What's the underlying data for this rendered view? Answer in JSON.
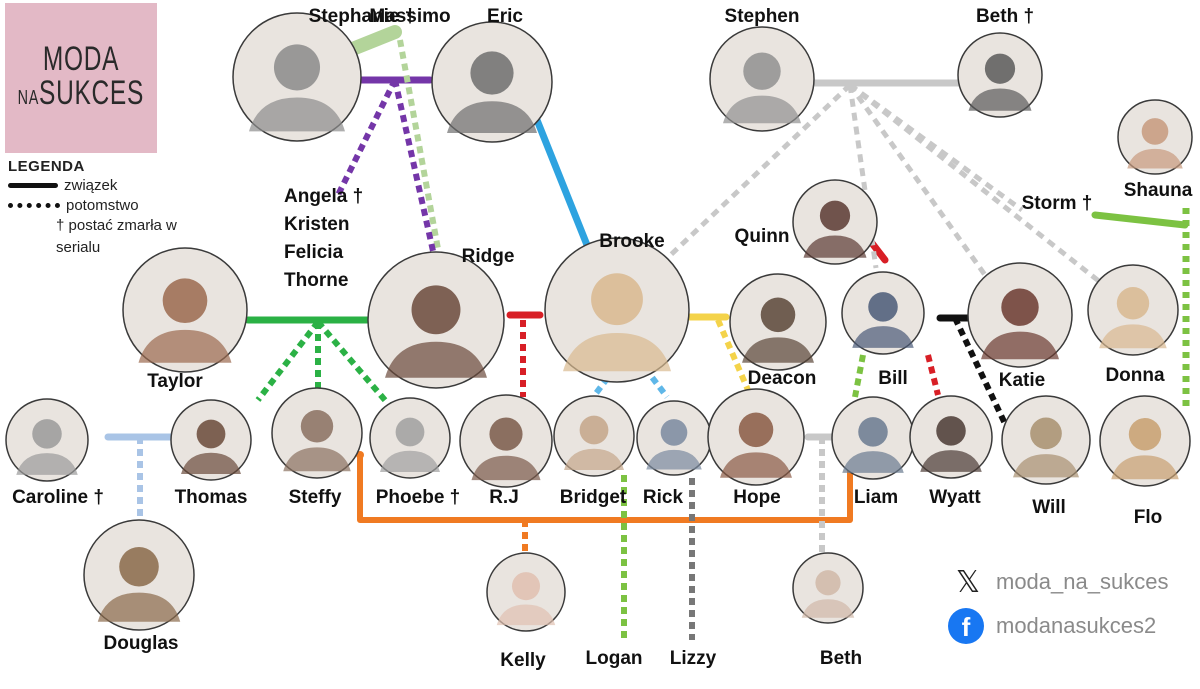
{
  "logo": {
    "line1": "MODA",
    "na": "NA",
    "line2": "SUKCES"
  },
  "legend": {
    "title": "LEGENDA",
    "marriage": "związek",
    "offspring": "potomstwo",
    "deceased": "† postać zmarła w serialu"
  },
  "social": {
    "x_icon": "𝕏",
    "x_handle": "moda_na_sukces",
    "fb_icon": "f",
    "fb_handle": "modanasukces2"
  },
  "colors": {
    "lightgreen": "#b3d49a",
    "purple": "#7436a8",
    "blue": "#2ea3e0",
    "gray": "#c8c8c8",
    "green": "#2bb145",
    "red": "#d81f26",
    "yellow": "#f4d34a",
    "lightblue": "#a9c4e6",
    "skyblue": "#5fb7e8",
    "orange": "#f07a22",
    "black": "#111111",
    "limegreen": "#7cc242",
    "darkgray": "#777777"
  },
  "people": [
    {
      "id": "stephanie",
      "name": "Stephanie †",
      "tone": "#8b8b8b"
    },
    {
      "id": "eric",
      "name": "Eric",
      "tone": "#6e6e6e"
    },
    {
      "id": "stephen",
      "name": "Stephen",
      "tone": "#909090"
    },
    {
      "id": "beth_sr",
      "name": "Beth †",
      "tone": "#5a5a5a"
    },
    {
      "id": "shauna",
      "name": "Shauna",
      "tone": "#c79a7e"
    },
    {
      "id": "quinn",
      "name": "Quinn",
      "tone": "#5b3a33"
    },
    {
      "id": "taylor",
      "name": "Taylor",
      "tone": "#9b6a4f"
    },
    {
      "id": "ridge",
      "name": "Ridge",
      "tone": "#6b4a3c"
    },
    {
      "id": "brooke",
      "name": "Brooke",
      "tone": "#d9b98f"
    },
    {
      "id": "deacon",
      "name": "Deacon",
      "tone": "#5a4638"
    },
    {
      "id": "bill",
      "name": "Bill",
      "tone": "#4a5a78"
    },
    {
      "id": "katie",
      "name": "Katie",
      "tone": "#6b3a30"
    },
    {
      "id": "donna",
      "name": "Donna",
      "tone": "#d8b890"
    },
    {
      "id": "caroline",
      "name": "Caroline †",
      "tone": "#9a9a9a"
    },
    {
      "id": "thomas",
      "name": "Thomas",
      "tone": "#6a4a3a"
    },
    {
      "id": "steffy",
      "name": "Steffy",
      "tone": "#8a7060"
    },
    {
      "id": "phoebe",
      "name": "Phoebe †",
      "tone": "#a0a0a0"
    },
    {
      "id": "rj",
      "name": "R.J",
      "tone": "#7a5a4a"
    },
    {
      "id": "bridget",
      "name": "Bridget",
      "tone": "#c4a68a"
    },
    {
      "id": "rick",
      "name": "Rick",
      "tone": "#7a8aa0"
    },
    {
      "id": "hope",
      "name": "Hope",
      "tone": "#8a5a44"
    },
    {
      "id": "liam",
      "name": "Liam",
      "tone": "#6a7a90"
    },
    {
      "id": "wyatt",
      "name": "Wyatt",
      "tone": "#4a3a34"
    },
    {
      "id": "will",
      "name": "Will",
      "tone": "#a89070"
    },
    {
      "id": "flo",
      "name": "Flo",
      "tone": "#c8a070"
    },
    {
      "id": "douglas",
      "name": "Douglas",
      "tone": "#8a6a4a"
    },
    {
      "id": "kelly",
      "name": "Kelly",
      "tone": "#e0c0b0"
    },
    {
      "id": "beth_jr",
      "name": "Beth",
      "tone": "#d0b8a8"
    }
  ],
  "extra_labels": {
    "massimo": "Massimo",
    "storm": "Storm †",
    "stephanie_children": [
      "Angela †",
      "Kristen",
      "Felicia",
      "Thorne"
    ],
    "logan": "Logan",
    "lizzy": "Lizzy"
  }
}
